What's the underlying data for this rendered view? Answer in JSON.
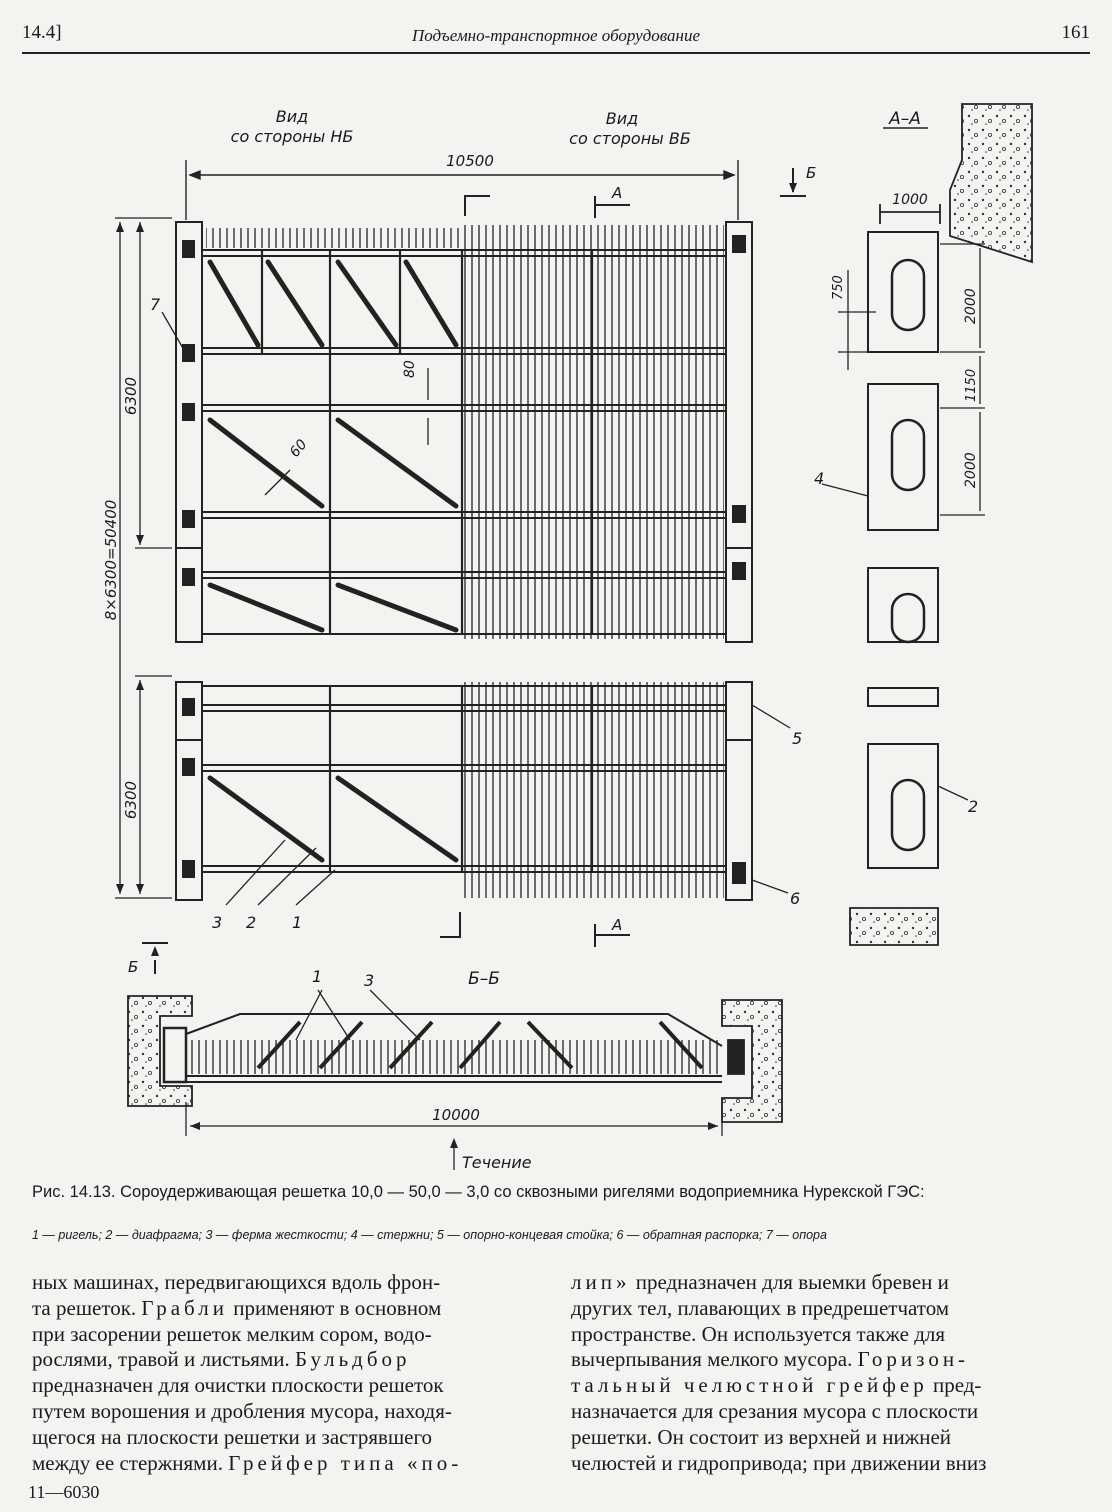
{
  "header": {
    "section": "14.4]",
    "title": "Подъемно-транспортное оборудование",
    "page": "161"
  },
  "figure": {
    "view_nb": [
      "Вид",
      "со стороны НБ"
    ],
    "view_vb": [
      "Вид",
      "со стороны ВБ"
    ],
    "section_aa": "А–А",
    "section_bb": "Б–Б",
    "dims": {
      "total_width": "10500",
      "panel_height": "6300",
      "total_height": "8×6300=50400",
      "lower_panel": "6300",
      "gap_80": "80",
      "angle_60": "60",
      "d1000": "1000",
      "d750": "750",
      "d2000a": "2000",
      "d1150": "1150",
      "d2000b": "2000",
      "d10000": "10000"
    },
    "marks": {
      "a": "А",
      "b": "Б",
      "n1": "1",
      "n2": "2",
      "n3": "3",
      "n4": "4",
      "n5": "5",
      "n6": "6",
      "n7": "7"
    },
    "flow": "Течение"
  },
  "caption": "Рис. 14.13. Сороудерживающая решетка 10,0 — 50,0 — 3,0 со сквозными ригелями водоприемника Нурекской ГЭС:",
  "legend": "1 — ригель; 2 — диафрагма; 3 — ферма жесткости; 4 — стержни; 5 — опорно-концевая стойка; 6 — обратная распорка; 7 — опора",
  "left_column": [
    "ных машинах, передвигающихся вдоль фрон-",
    "та решеток.",
    "Грабли",
    "применяют в основном",
    "при засорении решеток мелким сором, водо-",
    "рослями, травой и листьями.",
    "Бульдбор",
    "предназначен для очистки плоскости решеток",
    "путем ворошения и дробления мусора, находя-",
    "щегося на плоскости решетки и застрявшего",
    "между ее стержнями.",
    "Грейфер типа «по-"
  ],
  "right_column": [
    "лип»",
    "предназначен для выемки бревен и",
    "других тел, плавающих в предрешетчатом",
    "пространстве. Он используется также для",
    "вычерпывания мелкого мусора.",
    "Горизон-",
    "тальный челюстной грейфер",
    "пред-",
    "назначается для срезания мусора с плоскости",
    "решетки. Он состоит из верхней и нижней",
    "челюстей и гидропривода; при движении вниз"
  ],
  "footer": "11—6030"
}
